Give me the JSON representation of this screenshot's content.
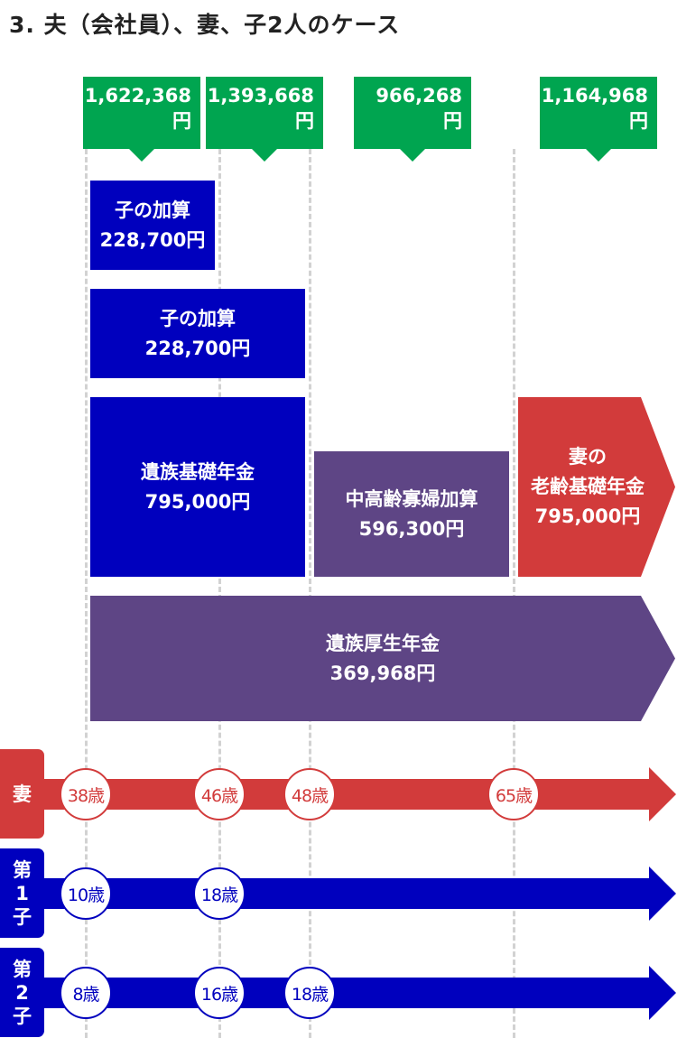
{
  "title": "3. 夫（会社員）、妻、子2人のケース",
  "totals": [
    {
      "amount": "1,622,368",
      "unit": "円"
    },
    {
      "amount": "1,393,668",
      "unit": "円"
    },
    {
      "amount": "966,268",
      "unit": "円"
    },
    {
      "amount": "1,164,968",
      "unit": "円"
    }
  ],
  "blocks": {
    "child_add_1": {
      "label": "子の加算",
      "amount": "228,700円"
    },
    "child_add_2": {
      "label": "子の加算",
      "amount": "228,700円"
    },
    "survivor_basic": {
      "label": "遺族基礎年金",
      "amount": "795,000円"
    },
    "middle_aged_widow": {
      "label": "中高齢寡婦加算",
      "amount": "596,300円"
    },
    "wife_old_age": {
      "label_line1": "妻の",
      "label_line2": "老齢基礎年金",
      "amount": "795,000円"
    },
    "survivor_welfare": {
      "label": "遺族厚生年金",
      "amount": "369,968円"
    }
  },
  "timelines": {
    "wife": {
      "label": "妻",
      "ages": [
        "38歳",
        "46歳",
        "48歳",
        "65歳"
      ]
    },
    "child1": {
      "label_line1": "第",
      "label_line2": "1",
      "label_line3": "子",
      "ages": [
        "10歳",
        "18歳"
      ]
    },
    "child2": {
      "label_line1": "第",
      "label_line2": "2",
      "label_line3": "子",
      "ages": [
        "8歳",
        "16歳",
        "18歳"
      ]
    }
  },
  "colors": {
    "green": "#00a550",
    "blue": "#0000be",
    "purple": "#5e4585",
    "red": "#d23b3b",
    "dashed": "#d2d2d2"
  }
}
